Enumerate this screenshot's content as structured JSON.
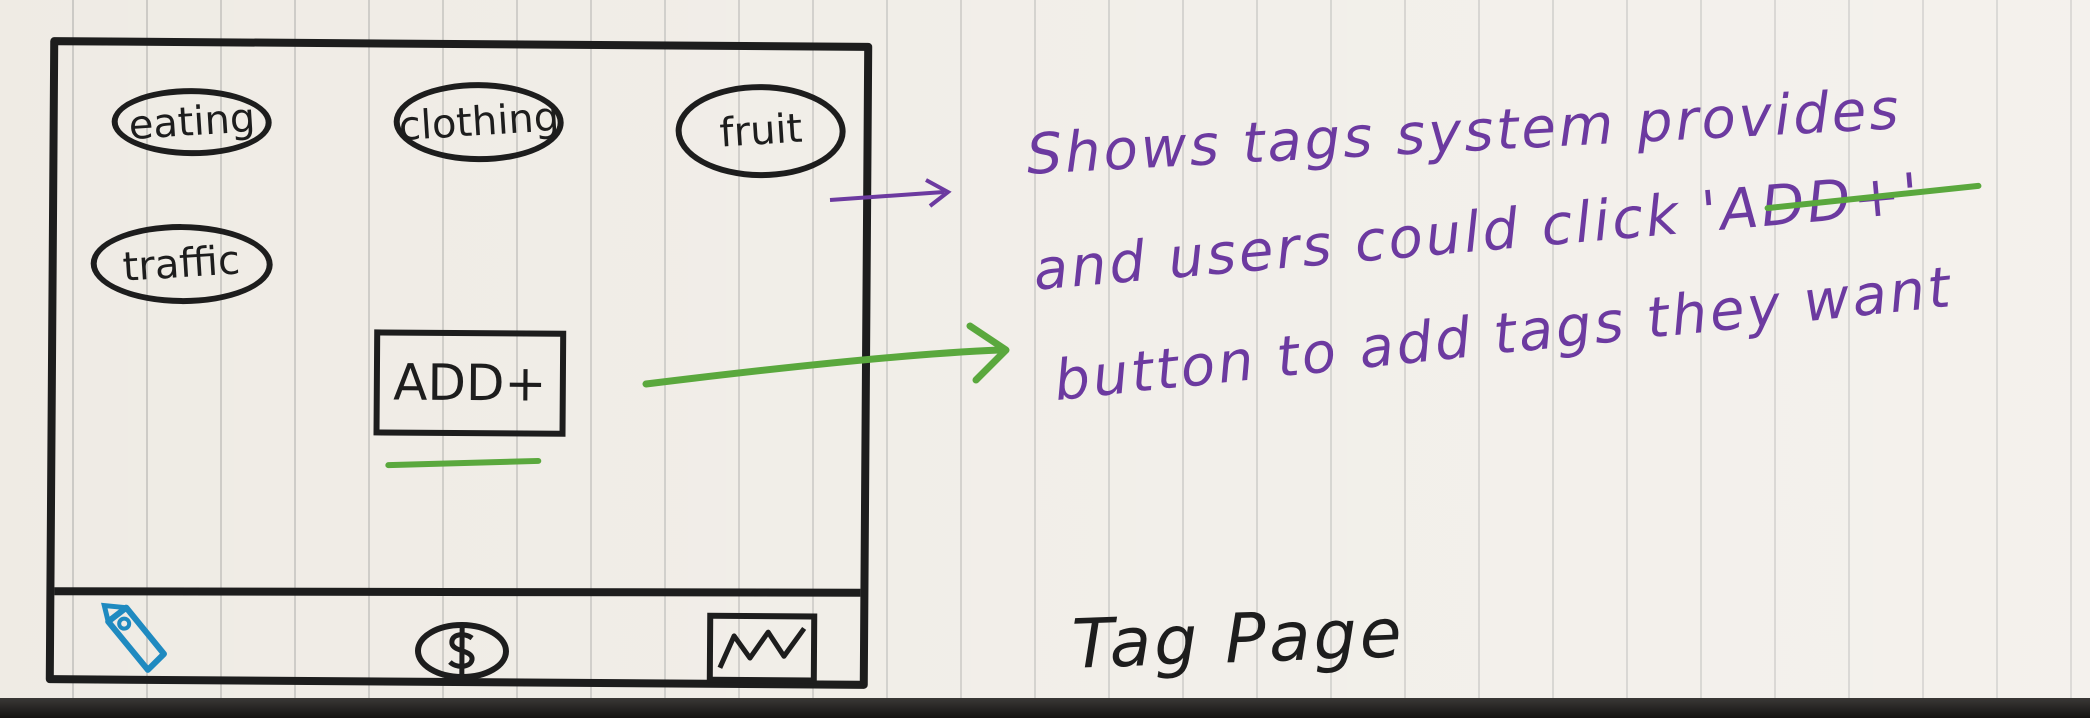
{
  "phone": {
    "tags": [
      "eating",
      "clothing",
      "fruit",
      "traffic"
    ],
    "add_button_label": "ADD+",
    "tab_bar": {
      "icons": [
        "pen-icon",
        "dollar-coin-icon",
        "line-chart-icon"
      ]
    }
  },
  "annotation": {
    "lines": [
      "Shows tags system provides",
      "and users could click 'ADD+'",
      "button to add tags they want"
    ]
  },
  "caption": "Tag Page",
  "colors": {
    "ink": "#1d1d1d",
    "annotation_purple": "#6c3aa0",
    "highlight_green": "#5aa83d",
    "icon_blue": "#1f8ac0",
    "paper": "#eeeae3"
  }
}
